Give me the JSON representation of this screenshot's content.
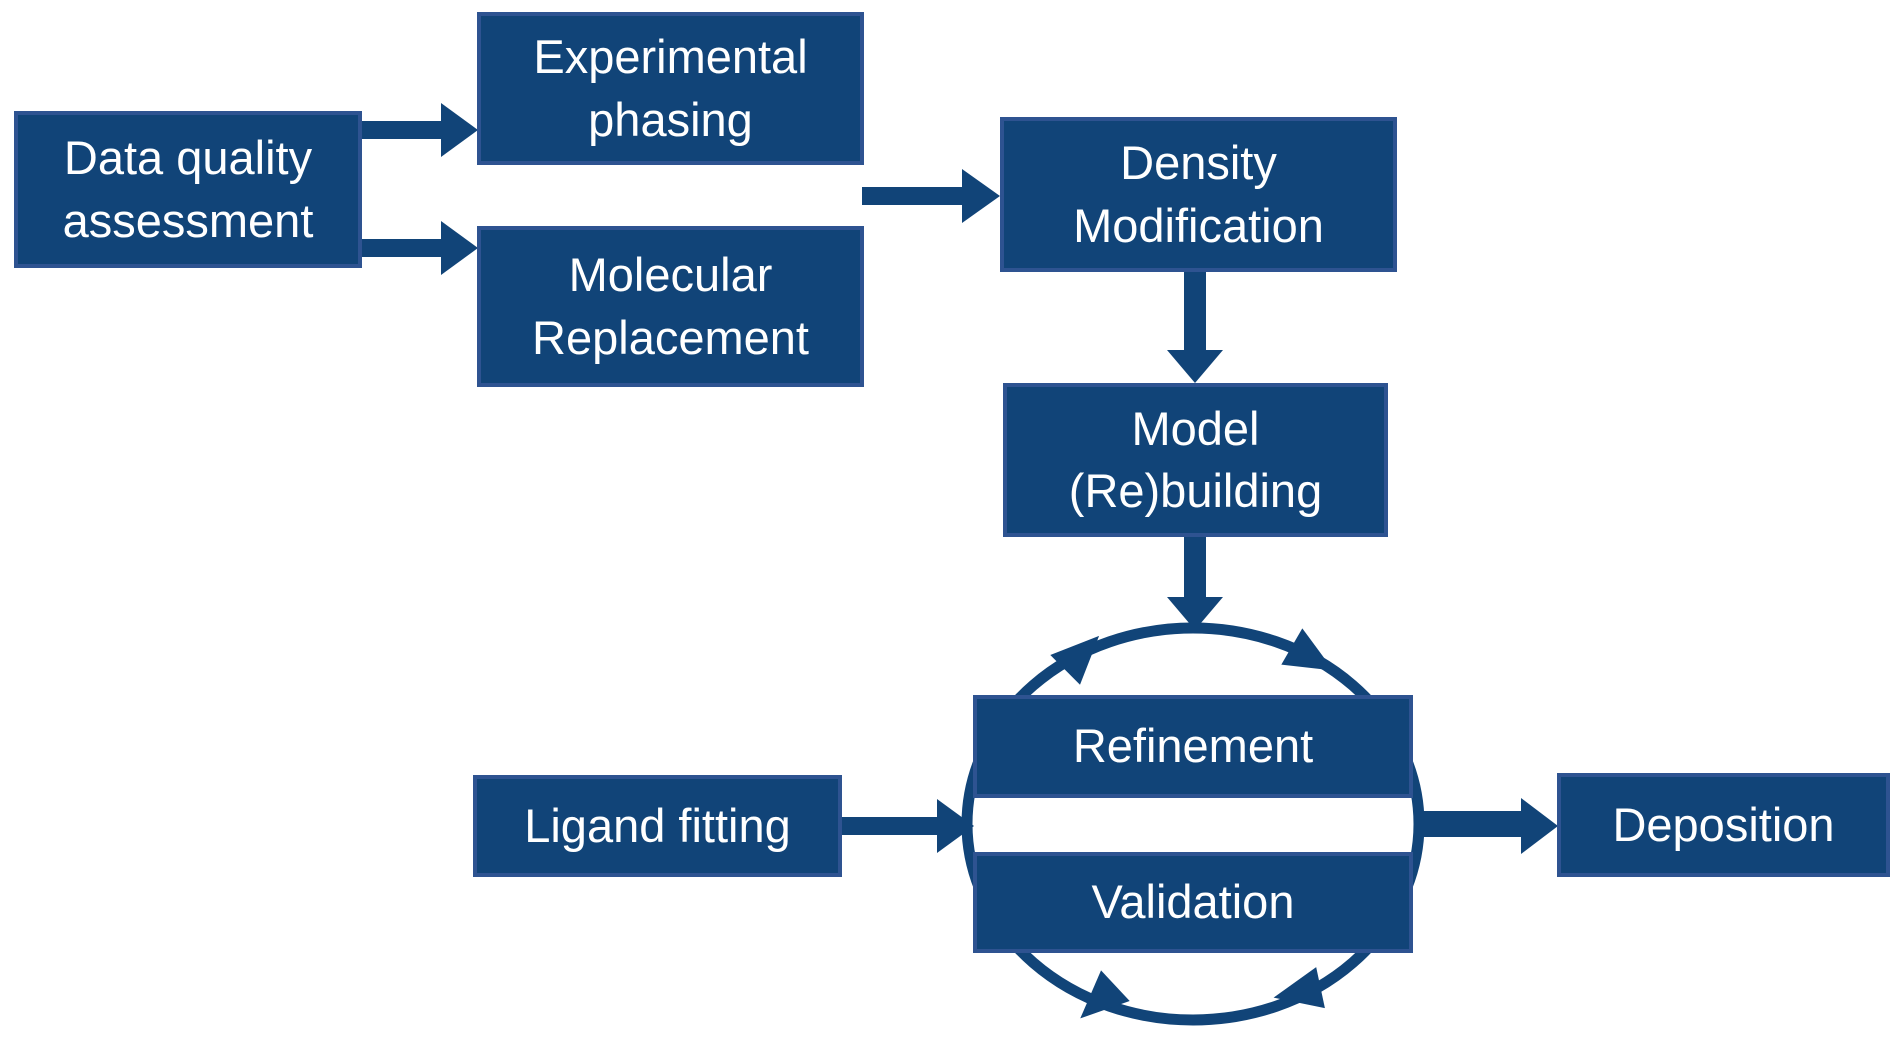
{
  "colors": {
    "node_fill": "#114478",
    "node_border": "#2e5391",
    "node_text": "#ffffff",
    "arrow": "#114478",
    "background": "#ffffff"
  },
  "nodes": {
    "data_quality": {
      "label": "Data quality\nassessment"
    },
    "experimental_phasing": {
      "label": "Experimental\nphasing"
    },
    "molecular_replacement": {
      "label": "Molecular\nReplacement"
    },
    "density_modification": {
      "label": "Density\nModification"
    },
    "model_rebuilding": {
      "label": "Model\n(Re)building"
    },
    "refinement": {
      "label": "Refinement"
    },
    "validation": {
      "label": "Validation"
    },
    "ligand_fitting": {
      "label": "Ligand fitting"
    },
    "deposition": {
      "label": "Deposition"
    }
  },
  "edges": [
    {
      "from": "Data quality assessment",
      "to": "Experimental phasing"
    },
    {
      "from": "Data quality assessment",
      "to": "Molecular Replacement"
    },
    {
      "from": "Experimental phasing / Molecular Replacement",
      "to": "Density Modification"
    },
    {
      "from": "Density Modification",
      "to": "Model (Re)building"
    },
    {
      "from": "Model (Re)building",
      "to": "Refinement-Validation cycle"
    },
    {
      "from": "Ligand fitting",
      "to": "Refinement-Validation cycle"
    },
    {
      "from": "Refinement-Validation cycle",
      "to": "Deposition"
    }
  ],
  "cycle": {
    "members": [
      "Refinement",
      "Validation"
    ],
    "direction": "clockwise"
  }
}
